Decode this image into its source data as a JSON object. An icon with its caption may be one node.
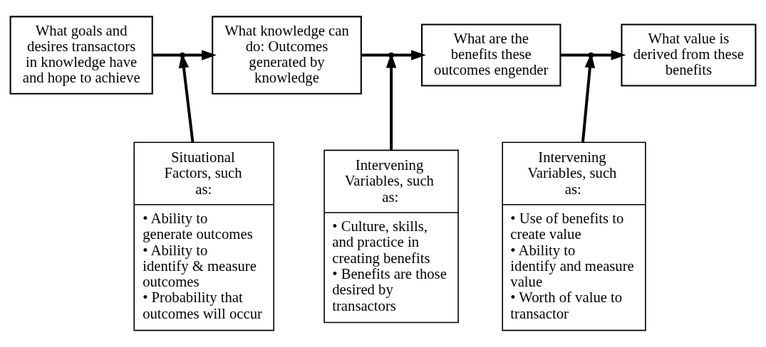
{
  "diagram": {
    "nodes": [
      {
        "text": [
          "What goals and desires transactors in knowledge have and hope to achieve"
        ]
      },
      {
        "text": [
          "What knowledge can do: Outcomes generated by knowledge"
        ]
      },
      {
        "text": [
          "What are the benefits these outcomes engender"
        ]
      },
      {
        "text": [
          "What value is derived from these benefits"
        ]
      },
      {
        "text": [
          "Situational Factors, such as:",
          "• Ability to generate outcomes",
          "• Ability to identify & measure outcomes",
          "• Probability that outcomes will occur"
        ]
      },
      {
        "text": [
          "Intervening Variables, such as:",
          "• Culture, skills, and practice in creating benefits",
          "• Benefits are those desired by transactors"
        ]
      },
      {
        "text": [
          "Intervening Variables, such as:",
          "• Use of benefits to create value",
          "• Ability to identify and measure value",
          "• Worth of value to transactor"
        ]
      }
    ],
    "edges": [
      {
        "from": 0,
        "to": 1,
        "arrow": "to"
      },
      {
        "from": 1,
        "to": 2,
        "arrow": "to"
      },
      {
        "from": 2,
        "to": 3,
        "arrow": "to"
      },
      {
        "from": 4,
        "to": null,
        "arrow": "to"
      },
      {
        "from": 5,
        "to": null,
        "arrow": "to"
      },
      {
        "from": 6,
        "to": null,
        "arrow": "to"
      }
    ]
  }
}
